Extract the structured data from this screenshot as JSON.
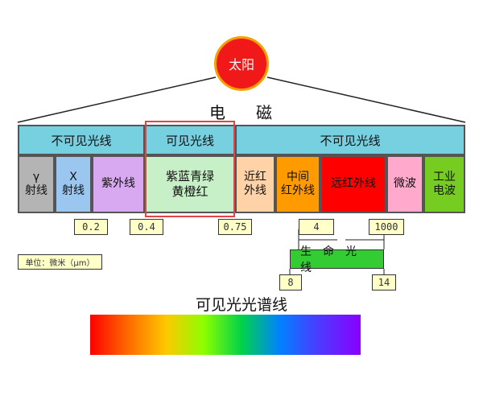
{
  "sun_label": "太阳",
  "em_title": "电磁波",
  "bands": {
    "invisible_left": "不可见光线",
    "visible": "可见光线",
    "invisible_right": "不可见光线"
  },
  "cells": {
    "gamma": "γ\n射线",
    "xray": "X\n射线",
    "uv": "紫外线",
    "visible": "紫蓝青绿\n黄橙红",
    "near_ir": "近红\n外线",
    "mid_ir": "中间\n红外线",
    "far_ir": "远红外线",
    "microwave": "微波",
    "power": "工业\n电波"
  },
  "ticks": {
    "t02": "0.2",
    "t04": "0.4",
    "t075": "0.75",
    "t4": "4",
    "t1000": "1000",
    "t8": "8",
    "t14": "14"
  },
  "unit_label": "单位：微米（μm）",
  "life_label": "生命光线",
  "spectrum_title": "可见光光谱线",
  "colors": {
    "sun": "#f01818",
    "band": "#77d0e0",
    "gamma": "#b4b4b4",
    "xray": "#9ac6f0",
    "uv": "#d8a8f0",
    "visible": "#c8f0c8",
    "near_ir": "#ffd2a8",
    "mid_ir": "#ff9a00",
    "far_ir": "#ff0000",
    "microwave": "#ffaacc",
    "power": "#77cc22",
    "life": "#33cc33",
    "tick_bg": "#ffffc8"
  }
}
